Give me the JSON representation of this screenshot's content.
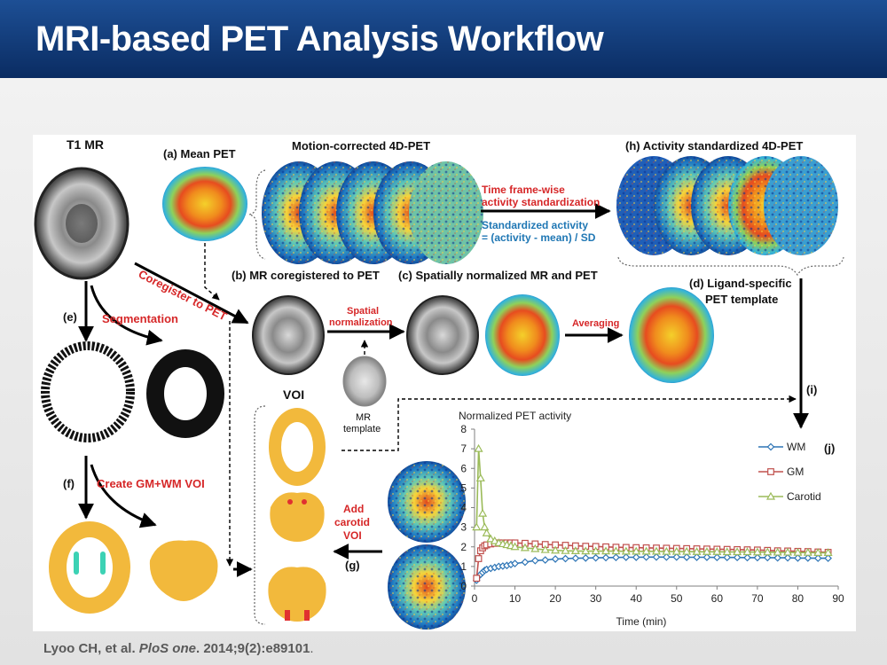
{
  "slide": {
    "title": "MRI-based PET Analysis Workflow",
    "citation": {
      "authors": "Lyoo CH, et al.",
      "journal": "PloS one",
      "details": ". 2014;9(2):e89101",
      "end": "."
    }
  },
  "diagram": {
    "t1_mr": "T1 MR",
    "a_mean_pet": "(a) Mean PET",
    "motion_corrected": "Motion-corrected 4D-PET",
    "h_activity_std": "(h) Activity standardized 4D-PET",
    "time_frame_line1": "Time frame-wise",
    "time_frame_line2": "activity standardization",
    "std_activity_line1": "Standardized activity",
    "std_activity_line2": "= (activity - mean) / SD",
    "coregister": "Coregister to PET",
    "b_mr_coreg": "(b) MR coregistered to PET",
    "c_spatially_norm": "(c) Spatially normalized MR and PET",
    "d_ligand_line1": "(d) Ligand-specific",
    "d_ligand_line2": "PET template",
    "e_label": "(e)",
    "segmentation": "Segmentation",
    "spatial_norm_line1": "Spatial",
    "spatial_norm_line2": "normalization",
    "averaging": "Averaging",
    "voi": "VOI",
    "mr_template_line1": "MR",
    "mr_template_line2": "template",
    "i_label": "(i)",
    "f_label": "(f)",
    "create_voi": "Create GM+WM VOI",
    "add_carotid_line1": "Add",
    "add_carotid_line2": "carotid",
    "add_carotid_line3": "VOI",
    "g_label": "(g)",
    "j_label": "(j)"
  },
  "chart_data": {
    "type": "line",
    "title": "Normalized PET activity",
    "xlabel": "Time (min)",
    "ylabel": "",
    "xlim": [
      0,
      90
    ],
    "ylim": [
      0,
      8
    ],
    "xticks": [
      0,
      10,
      20,
      30,
      40,
      50,
      60,
      70,
      80,
      90
    ],
    "yticks": [
      0,
      1,
      2,
      3,
      4,
      5,
      6,
      7,
      8
    ],
    "grid": false,
    "legend_position": "top-right",
    "x": [
      0.5,
      1,
      1.5,
      2,
      2.5,
      3,
      4,
      5,
      6,
      7,
      8,
      9,
      10,
      12.5,
      15,
      17.5,
      20,
      22.5,
      25,
      27.5,
      30,
      32.5,
      35,
      37.5,
      40,
      42.5,
      45,
      47.5,
      50,
      52.5,
      55,
      57.5,
      60,
      62.5,
      65,
      67.5,
      70,
      72.5,
      75,
      77.5,
      80,
      82.5,
      85,
      87.5
    ],
    "series": [
      {
        "name": "WM",
        "color": "#2e75b6",
        "marker": "diamond",
        "values": [
          0.3,
          0.5,
          0.6,
          0.7,
          0.8,
          0.85,
          0.9,
          0.95,
          1.0,
          1.02,
          1.05,
          1.1,
          1.15,
          1.22,
          1.3,
          1.33,
          1.38,
          1.4,
          1.42,
          1.43,
          1.44,
          1.45,
          1.46,
          1.47,
          1.47,
          1.48,
          1.48,
          1.48,
          1.48,
          1.47,
          1.47,
          1.47,
          1.46,
          1.46,
          1.46,
          1.45,
          1.45,
          1.45,
          1.44,
          1.44,
          1.43,
          1.43,
          1.42,
          1.42
        ]
      },
      {
        "name": "GM",
        "color": "#c0504d",
        "marker": "square",
        "values": [
          0.4,
          1.4,
          1.8,
          1.95,
          2.05,
          2.1,
          2.15,
          2.18,
          2.2,
          2.2,
          2.2,
          2.2,
          2.2,
          2.18,
          2.15,
          2.12,
          2.1,
          2.08,
          2.05,
          2.03,
          2.02,
          2.0,
          1.98,
          1.97,
          1.96,
          1.95,
          1.94,
          1.93,
          1.92,
          1.91,
          1.9,
          1.89,
          1.88,
          1.87,
          1.86,
          1.85,
          1.84,
          1.82,
          1.8,
          1.79,
          1.77,
          1.76,
          1.74,
          1.72
        ]
      },
      {
        "name": "Carotid",
        "color": "#9bbb59",
        "marker": "triangle",
        "values": [
          3.0,
          7.0,
          5.5,
          3.7,
          3.0,
          2.7,
          2.4,
          2.3,
          2.2,
          2.15,
          2.1,
          2.05,
          2.0,
          1.95,
          1.9,
          1.85,
          1.82,
          1.8,
          1.79,
          1.78,
          1.78,
          1.78,
          1.78,
          1.77,
          1.77,
          1.77,
          1.77,
          1.76,
          1.76,
          1.76,
          1.75,
          1.75,
          1.75,
          1.74,
          1.74,
          1.74,
          1.73,
          1.73,
          1.72,
          1.72,
          1.71,
          1.71,
          1.7,
          1.7
        ]
      }
    ]
  }
}
